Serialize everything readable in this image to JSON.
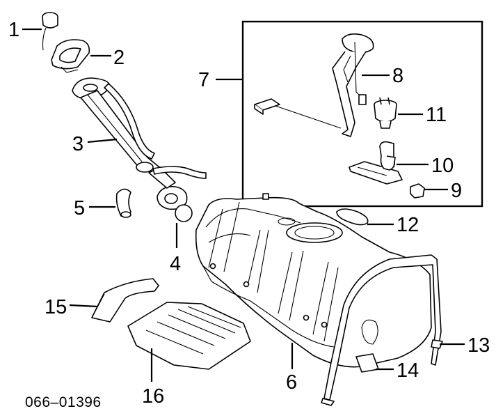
{
  "callouts": {
    "c1": "1",
    "c2": "2",
    "c3": "3",
    "c4": "4",
    "c5": "5",
    "c6": "6",
    "c7": "7",
    "c8": "8",
    "c9": "9",
    "c10": "10",
    "c11": "11",
    "c12": "12",
    "c13": "13",
    "c14": "14",
    "c15": "15",
    "c16": "16"
  },
  "diagram_code": "066–01396"
}
